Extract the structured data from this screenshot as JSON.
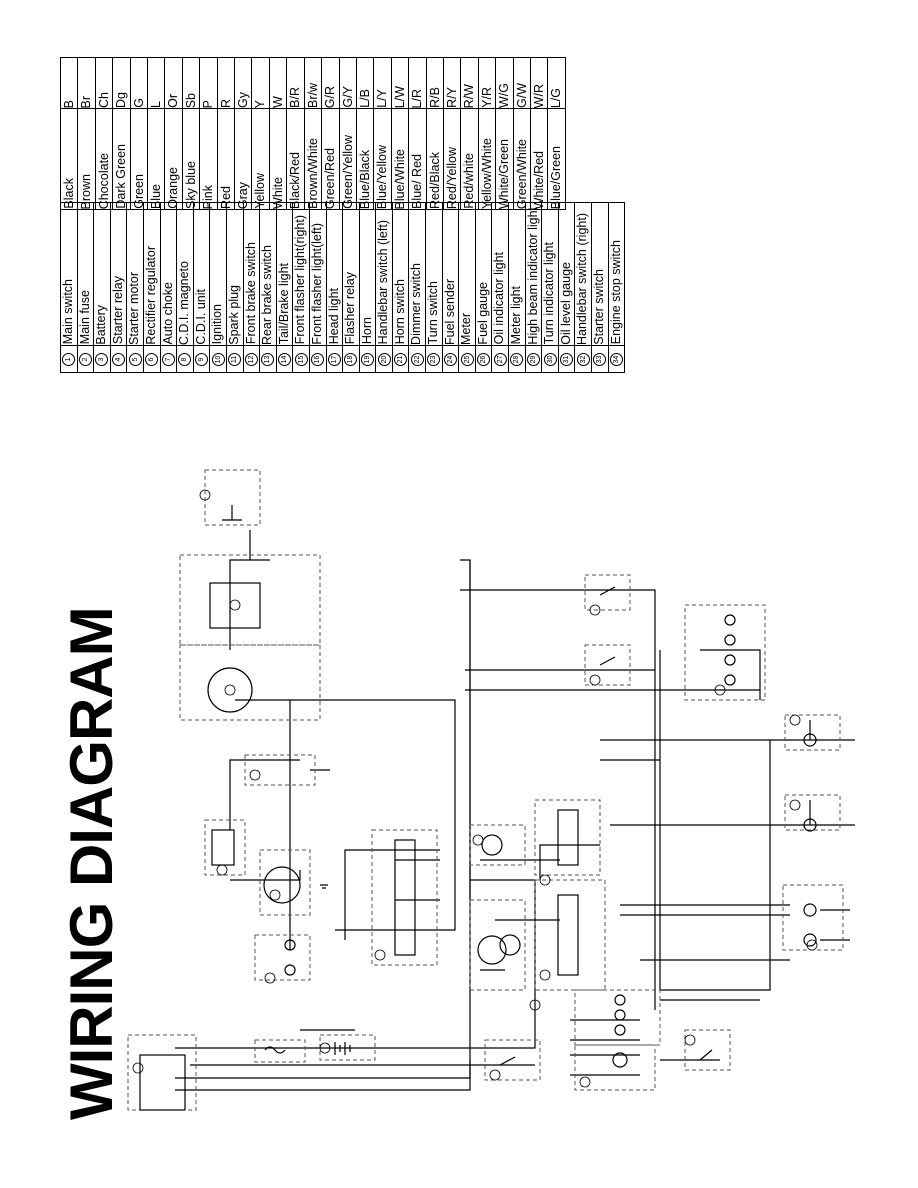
{
  "title": "WIRING DIAGRAM",
  "color_codes": [
    {
      "code": "B",
      "name": "Black"
    },
    {
      "code": "Br",
      "name": "Brown"
    },
    {
      "code": "Ch",
      "name": "Chocolate"
    },
    {
      "code": "Dg",
      "name": "Dark Green"
    },
    {
      "code": "G",
      "name": "Green"
    },
    {
      "code": "L",
      "name": "Blue"
    },
    {
      "code": "Or",
      "name": "Orange"
    },
    {
      "code": "Sb",
      "name": "Sky blue"
    },
    {
      "code": "P",
      "name": "Pink"
    },
    {
      "code": "R",
      "name": "Red"
    },
    {
      "code": "Gy",
      "name": "Gray"
    },
    {
      "code": "Y",
      "name": "Yellow"
    },
    {
      "code": "W",
      "name": "White"
    },
    {
      "code": "B/R",
      "name": "Black/Red"
    },
    {
      "code": "Br/w",
      "name": "Brown/White"
    },
    {
      "code": "G/R",
      "name": "Green/Red"
    },
    {
      "code": "G/Y",
      "name": "Green/Yellow"
    },
    {
      "code": "L/B",
      "name": "Blue/Black"
    },
    {
      "code": "L/Y",
      "name": "Blue/Yellow"
    },
    {
      "code": "L/W",
      "name": "Blue/White"
    },
    {
      "code": "L/R",
      "name": "Blue/ Red"
    },
    {
      "code": "R/B",
      "name": "Red/Black"
    },
    {
      "code": "R/Y",
      "name": "Red/Yellow"
    },
    {
      "code": "R/W",
      "name": "Red/white"
    },
    {
      "code": "Y/R",
      "name": "Yellow/White"
    },
    {
      "code": "W/G",
      "name": "White/Green"
    },
    {
      "code": "G/W",
      "name": "Green/White"
    },
    {
      "code": "W/R",
      "name": "White/Red"
    },
    {
      "code": "L/G",
      "name": "Blue/Green"
    }
  ],
  "components": [
    {
      "num": "1",
      "name": "Main switch"
    },
    {
      "num": "2",
      "name": "Main fuse"
    },
    {
      "num": "3",
      "name": "Battery"
    },
    {
      "num": "4",
      "name": "Starter relay"
    },
    {
      "num": "5",
      "name": "Starter motor"
    },
    {
      "num": "6",
      "name": "Rectifier regulator"
    },
    {
      "num": "7",
      "name": "Auto choke"
    },
    {
      "num": "8",
      "name": "C.D.I. magneto"
    },
    {
      "num": "9",
      "name": "C.D.I. unit"
    },
    {
      "num": "10",
      "name": "Ignition"
    },
    {
      "num": "11",
      "name": "Spark plug"
    },
    {
      "num": "12",
      "name": "Front brake switch"
    },
    {
      "num": "13",
      "name": "Rear brake switch"
    },
    {
      "num": "14",
      "name": "Tail/Brake light"
    },
    {
      "num": "15",
      "name": "Front flasher light(right)"
    },
    {
      "num": "16",
      "name": "Front flasher light(left)"
    },
    {
      "num": "17",
      "name": "Head light"
    },
    {
      "num": "18",
      "name": "Flasher relay"
    },
    {
      "num": "19",
      "name": "Horn"
    },
    {
      "num": "20",
      "name": "Handlebar switch (left)"
    },
    {
      "num": "21",
      "name": "Horn switch"
    },
    {
      "num": "22",
      "name": "Dimmer switch"
    },
    {
      "num": "23",
      "name": "Turn switch"
    },
    {
      "num": "24",
      "name": "Fuel sender"
    },
    {
      "num": "25",
      "name": "Meter"
    },
    {
      "num": "26",
      "name": "Fuel gauge"
    },
    {
      "num": "27",
      "name": "Oil indicator light"
    },
    {
      "num": "28",
      "name": "Meter light"
    },
    {
      "num": "29",
      "name": "High beam indicator light"
    },
    {
      "num": "30",
      "name": "Turn indicator light"
    },
    {
      "num": "31",
      "name": "Oil level gauge"
    },
    {
      "num": "32",
      "name": "Handlebar switch (right)"
    },
    {
      "num": "33",
      "name": "Starter switch"
    },
    {
      "num": "34",
      "name": "Engine stop switch"
    }
  ],
  "colors": {
    "ink": "#000000",
    "background": "#ffffff",
    "dash": "#555555"
  }
}
